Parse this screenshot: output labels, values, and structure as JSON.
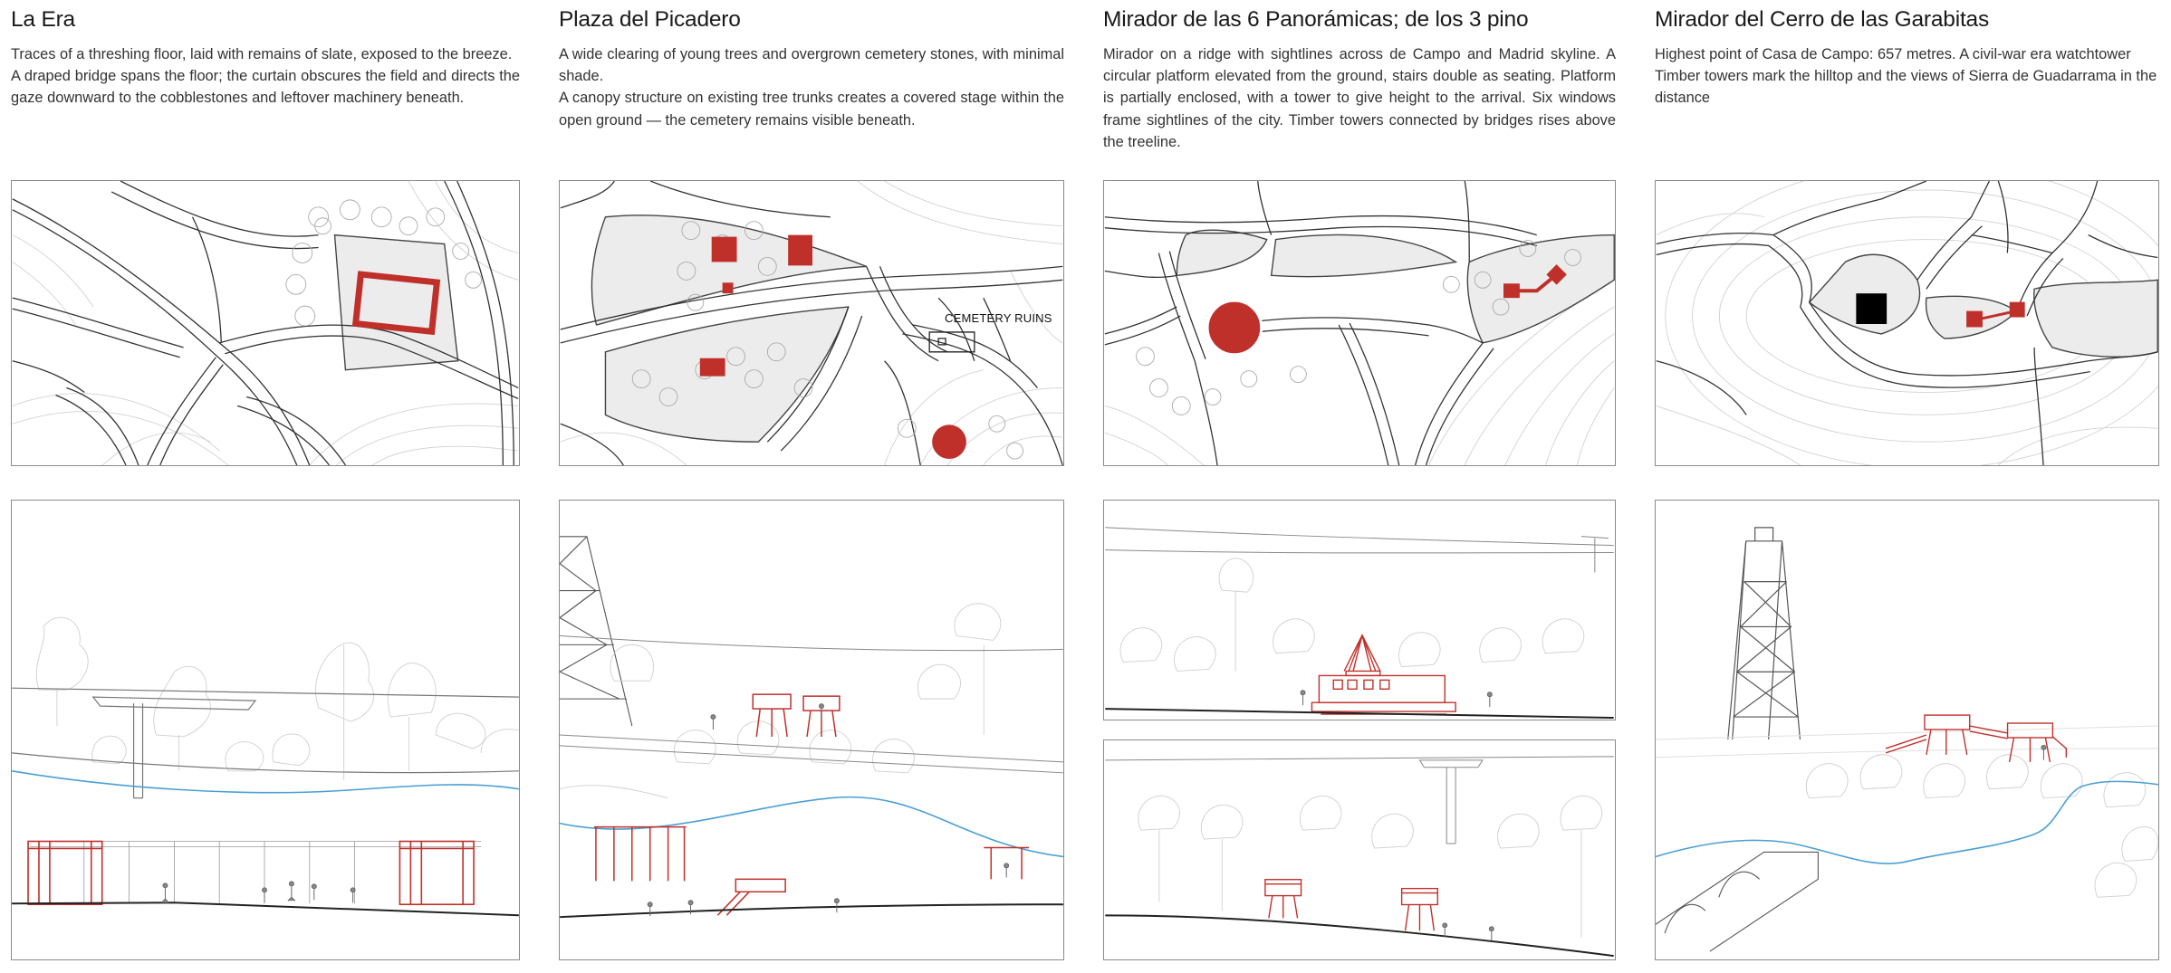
{
  "columns": [
    {
      "id": "la-era",
      "title": "La Era",
      "paragraphs": [
        "Traces of a threshing floor, laid with remains of slate, exposed to the breeze.",
        "A draped bridge spans the floor; the curtain obscures the field and directs the gaze downward to the cobblestones and leftover machinery beneath."
      ]
    },
    {
      "id": "plaza-del-picadero",
      "title": "Plaza del Picadero",
      "paragraphs": [
        "A wide clearing of young trees and overgrown cemetery stones, with minimal shade.",
        "A canopy structure on existing tree trunks creates a covered stage within the open ground — the cemetery remains visible beneath."
      ],
      "map_label": "CEMETERY RUINS"
    },
    {
      "id": "mirador-6-panoramicas",
      "title": "Mirador de las 6 Panorámicas; de los 3 pino",
      "paragraphs": [
        "Mirador on a ridge with sightlines across de Campo and Madrid skyline. A circular platform elevated from the ground, stairs double as seating. Platform is partially enclosed, with a tower to give height to the arrival. Six windows frame sightlines of the city. Timber towers connected by bridges rises above the treeline."
      ]
    },
    {
      "id": "mirador-cerro-garabitas",
      "title": "Mirador del Cerro de las Garabitas",
      "paragraphs": [
        "Highest point of Casa de Campo:  657 metres. A civil-war era watchtower Timber towers mark the hilltop and the views of Sierra de Guadarrama in the distance"
      ]
    }
  ],
  "colors": {
    "accent_red": "#c0302b",
    "water_blue": "#4a9fd4",
    "line_grey": "#555555",
    "contour_grey": "#cfcfcf",
    "hatch_grey": "#ececec"
  }
}
